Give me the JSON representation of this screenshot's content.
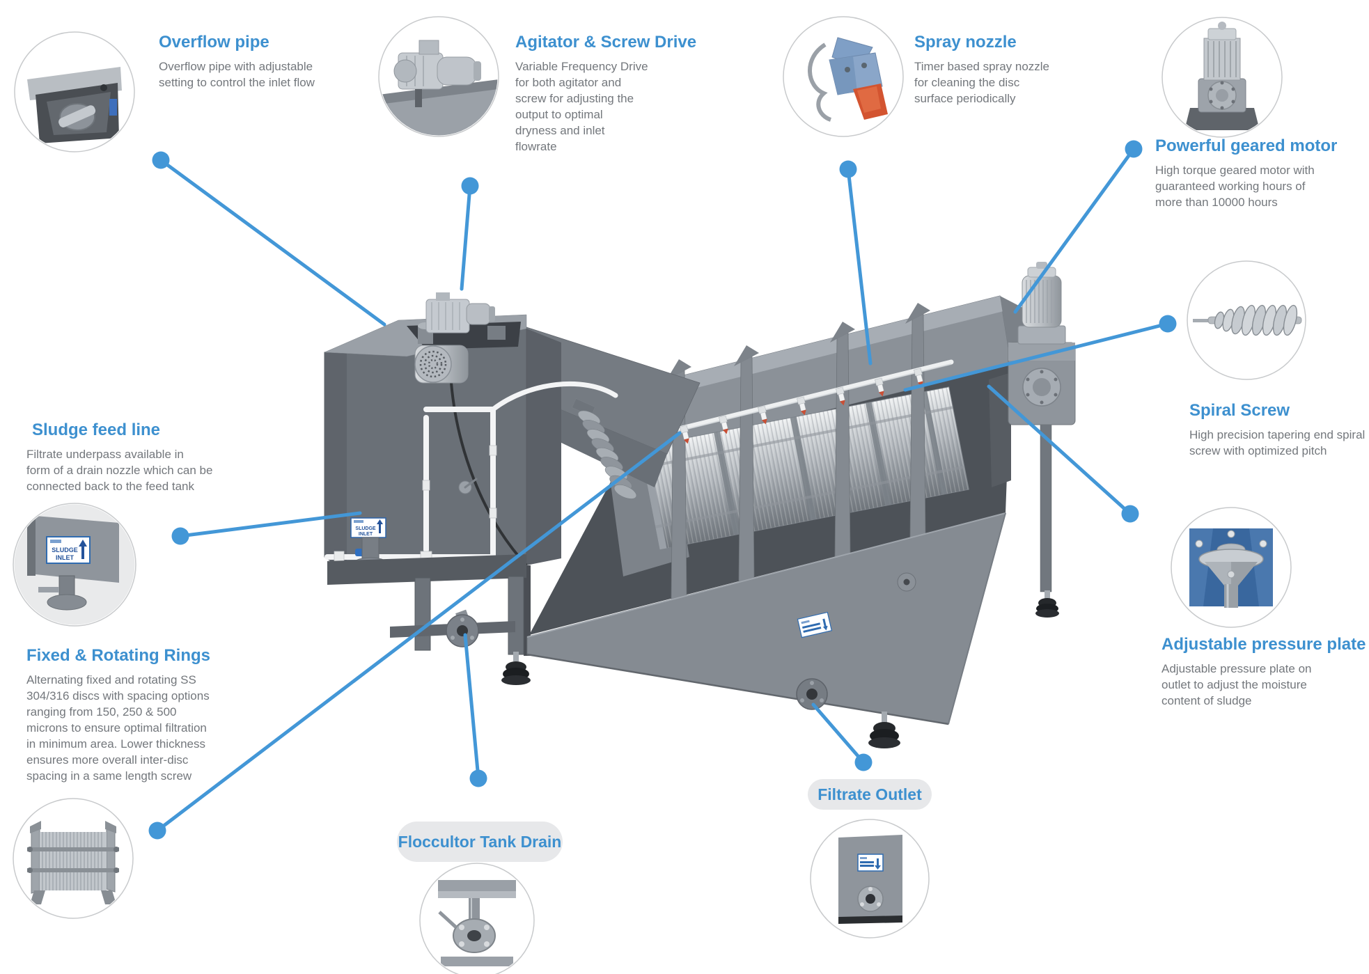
{
  "palette": {
    "accent_blue": "#4397d7",
    "heading_blue": "#3d90cf",
    "desc_gray": "#73777c",
    "pill_bg": "#e7e8ea",
    "machine_gray": "#6a7077",
    "drum_silver": "#b3b8bd"
  },
  "callouts": [
    {
      "id": "overflow-pipe",
      "title": "Overflow pipe",
      "desc_lines": [
        "Overflow pipe with adjustable",
        "setting to control the inlet flow"
      ]
    },
    {
      "id": "agitator-screw-drive",
      "title": "Agitator & Screw Drive",
      "desc_lines": [
        "Variable Frequency Drive",
        "for both agitator and",
        "screw for adjusting the",
        "output to optimal",
        "dryness and inlet",
        "flowrate"
      ]
    },
    {
      "id": "spray-nozzle",
      "title": "Spray nozzle",
      "desc_lines": [
        "Timer based spray nozzle",
        "for cleaning the disc",
        "surface periodically"
      ]
    },
    {
      "id": "powerful-geared-motor",
      "title": "Powerful geared motor",
      "desc_lines": [
        "High torque geared motor with",
        "guaranteed working hours of",
        "more than 10000 hours"
      ]
    },
    {
      "id": "spiral-screw",
      "title": "Spiral Screw",
      "desc_lines": [
        "High precision tapering end spiral",
        "screw with optimized pitch"
      ]
    },
    {
      "id": "sludge-feed-line",
      "title": "Sludge feed line",
      "desc_lines": [
        "Filtrate underpass available in",
        "form of a drain nozzle which can be",
        "connected back to the feed tank"
      ]
    },
    {
      "id": "fixed-rotating-rings",
      "title": "Fixed & Rotating Rings",
      "desc_lines": [
        "Alternating fixed and rotating SS",
        "304/316 discs with spacing options",
        "ranging from 150, 250 & 500",
        "microns to ensure optimal filtration",
        "in minimum area. Lower thickness",
        "ensures more overall inter-disc",
        "spacing in a same length screw"
      ]
    },
    {
      "id": "adjustable-pressure-plate",
      "title": "Adjustable pressure plate",
      "desc_lines": [
        "Adjustable pressure plate on",
        "outlet to adjust the moisture",
        "content of sludge"
      ]
    }
  ],
  "pills": [
    {
      "id": "floccultor-tank-drain",
      "label": "Floccultor Tank Drain"
    },
    {
      "id": "filtrate-outlet",
      "label": "Filtrate Outlet"
    }
  ],
  "machine_labels": {
    "sludge_inlet_line1": "SLUDGE",
    "sludge_inlet_line2": "INLET"
  }
}
